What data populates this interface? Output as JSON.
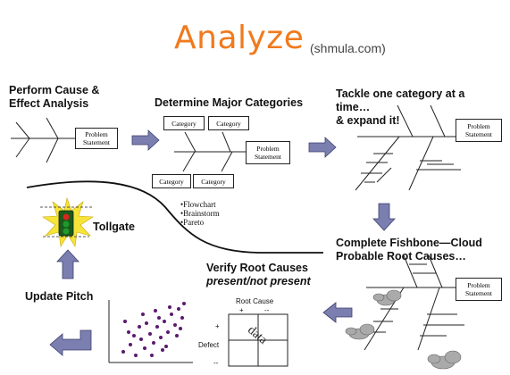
{
  "header": {
    "title": "Analyze",
    "credit": "(shmula.com)"
  },
  "steps": {
    "perform": [
      "Perform Cause &",
      "Effect Analysis"
    ],
    "determine": "Determine Major Categories",
    "tackle": [
      "Tackle one category at a",
      "time…",
      "& expand it!"
    ],
    "complete": [
      "Complete Fishbone—Cloud",
      "Probable Root Causes…"
    ],
    "verify": "Verify Root Causes",
    "verify_sub": "present/not present",
    "update": "Update Pitch",
    "tollgate": "Tollgate"
  },
  "boxes": {
    "problem_statement": [
      "Problem",
      "Statement"
    ],
    "category": "Category"
  },
  "methods": [
    "•Flowchart",
    "•Brainstorm",
    "•Pareto"
  ],
  "matrix": {
    "title": "Root Cause",
    "top_plus": "+",
    "top_minus": "--",
    "side_plus": "+",
    "side_label": "Defect",
    "side_minus": "--",
    "watermark": "data"
  },
  "colors": {
    "title": "#f07a1e",
    "arrow_fill": "#7b7fb0",
    "arrow_stroke": "#3d3f6e",
    "dots": "#5a1a6e",
    "cloud": "#aaaaaa",
    "traffic_light_red": "#d9261c",
    "traffic_light_green": "#1f9a2a"
  }
}
